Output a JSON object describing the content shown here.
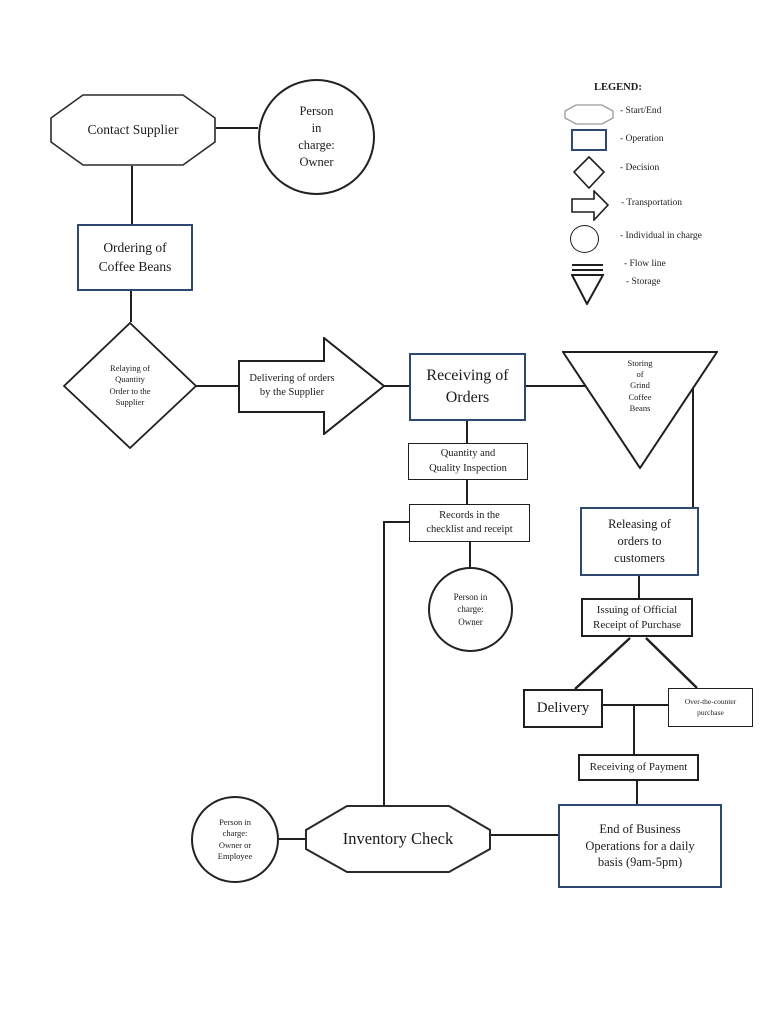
{
  "title": "Coffee shop operations flowchart",
  "colors": {
    "operation_border": "#2e486f",
    "line": "#1f1f1f",
    "background": "#ffffff",
    "legend_octagon_stroke": "#9a9a9a"
  },
  "legend": {
    "title": "LEGEND:",
    "items": [
      {
        "icon": "octagon-icon",
        "label": "- Start/End"
      },
      {
        "icon": "rectangle-icon",
        "label": "- Operation"
      },
      {
        "icon": "diamond-icon",
        "label": "- Decision"
      },
      {
        "icon": "arrow-icon",
        "label": "- Transportation"
      },
      {
        "icon": "circle-icon",
        "label": "- Individual in charge"
      },
      {
        "icon": "flow-line-icon",
        "label": "- Flow line"
      },
      {
        "icon": "triangle-icon",
        "label": "- Storage"
      }
    ]
  },
  "nodes": {
    "contact_supplier": {
      "type": "start-end",
      "label": "Contact Supplier"
    },
    "person_top": {
      "type": "individual",
      "label": "Person\nin\ncharge:\nOwner"
    },
    "ordering": {
      "type": "operation",
      "label": "Ordering of\nCoffee Beans"
    },
    "relaying": {
      "type": "decision",
      "label": "Relaying of\nQuantity\nOrder to the\nSupplier"
    },
    "delivering": {
      "type": "transportation",
      "label": "Delivering of orders\nby the Supplier"
    },
    "receiving_orders": {
      "type": "operation",
      "label": "Receiving of\nOrders"
    },
    "storing": {
      "type": "storage",
      "label": "Storing\nof\nGrind\nCoffee\nBeans"
    },
    "quantity_inspection": {
      "type": "process",
      "label": "Quantity and\nQuality Inspection"
    },
    "records": {
      "type": "process",
      "label": "Records in the\nchecklist and receipt"
    },
    "person_mid": {
      "type": "individual",
      "label": "Person in\ncharge:\nOwner"
    },
    "releasing": {
      "type": "operation",
      "label": "Releasing of\norders to\ncustomers"
    },
    "issuing": {
      "type": "process",
      "label": "Issuing of Official\nReceipt of Purchase"
    },
    "delivery": {
      "type": "process",
      "label": "Delivery"
    },
    "otc": {
      "type": "process",
      "label": "Over-the-counter\npurchase"
    },
    "payment": {
      "type": "process",
      "label": "Receiving of Payment"
    },
    "end_business": {
      "type": "operation",
      "label": "End of Business\nOperations for a daily\nbasis (9am-5pm)"
    },
    "inventory": {
      "type": "start-end",
      "label": "Inventory Check"
    },
    "person_bottom": {
      "type": "individual",
      "label": "Person in\ncharge:\nOwner or\nEmployee"
    }
  }
}
